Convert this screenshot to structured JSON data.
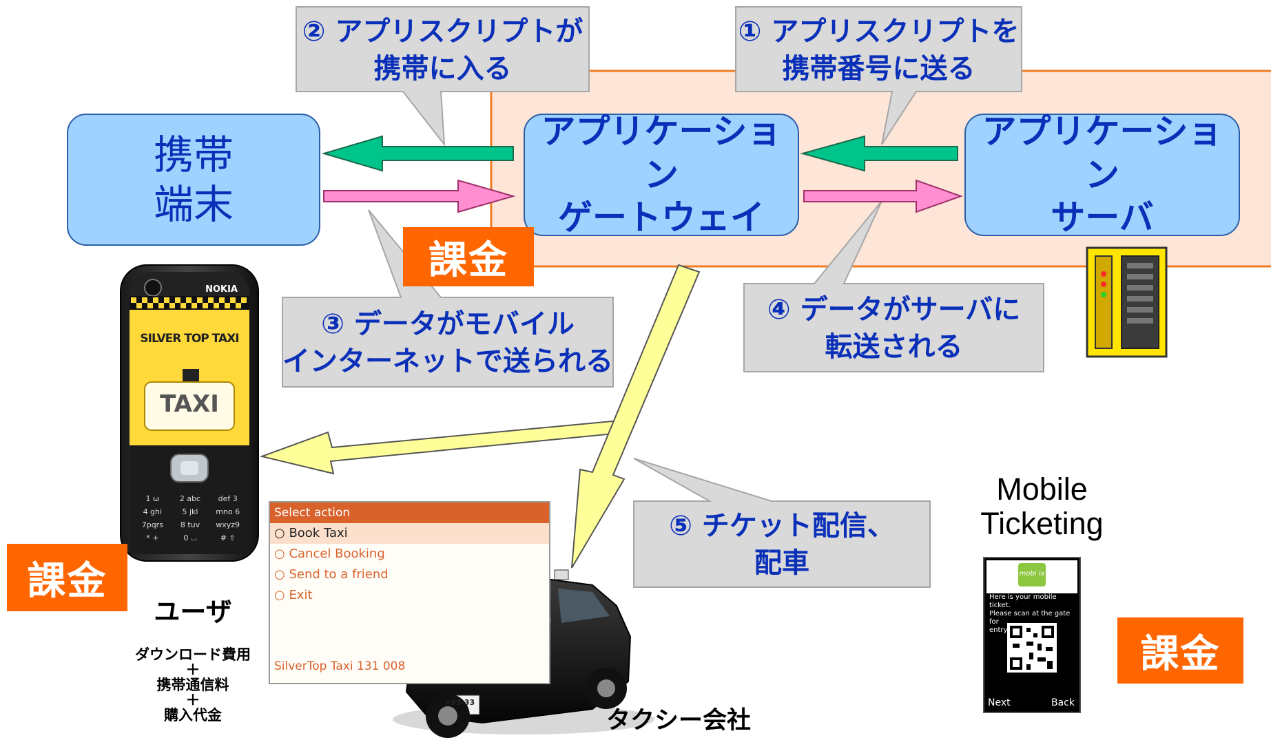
{
  "nodes": {
    "mobile": "携帯\n端末",
    "gateway": "アプリケーション\nゲートウェイ",
    "server": "アプリケーション\nサーバ"
  },
  "callouts": {
    "c1": "① アプリスクリプトを\n携帯番号に送る",
    "c2": "② アプリスクリプトが\n携帯に入る",
    "c3": "③ データがモバイル\nインターネットで送られる",
    "c4": "④ データがサーバに\n転送される",
    "c5": "⑤ チケット配信、\n配車"
  },
  "billing_label": "課金",
  "user": {
    "title": "ユーザ",
    "fees": [
      "ダウンロード費用",
      "＋",
      "携帯通信料",
      "＋",
      "購入代金"
    ]
  },
  "phone": {
    "brand": "NOKIA",
    "app_logo": "SILVER TOP TAXI",
    "taxi_sign": "TAXI",
    "keys": [
      "1 ω",
      "2 abc",
      "def 3",
      "4 ghi",
      "5 jkl",
      "mno 6",
      "7pqrs",
      "8 tuv",
      "wxyz9",
      "* +",
      "0 ⌴",
      "# ⇧"
    ]
  },
  "menu": {
    "header": "Select action",
    "items": [
      "Book Taxi",
      "Cancel Booking",
      "Send to a friend",
      "Exit"
    ],
    "footer": "SilverTop Taxi 131 008"
  },
  "taxi_company": "タクシー会社",
  "car_plate": "•33-33",
  "ticketing": {
    "title": "Mobile\nTicketing",
    "brand": "mobi ix",
    "message": "Here is your mobile ticket.\nPlease scan at the gate for\nentry.",
    "next": "Next",
    "back": "Back"
  },
  "colors": {
    "node_fill": "#9fd2ff",
    "node_border": "#2b5ea8",
    "node_text": "#0a2fb8",
    "callout_fill": "#d9d9d9",
    "zone_fill": "#fde6d8",
    "zone_border": "#f07d22",
    "billing": "#ff6600",
    "arrow_green": "#00c58a",
    "arrow_pink": "#ff8fd0",
    "arrow_yellow": "#ffff99"
  }
}
